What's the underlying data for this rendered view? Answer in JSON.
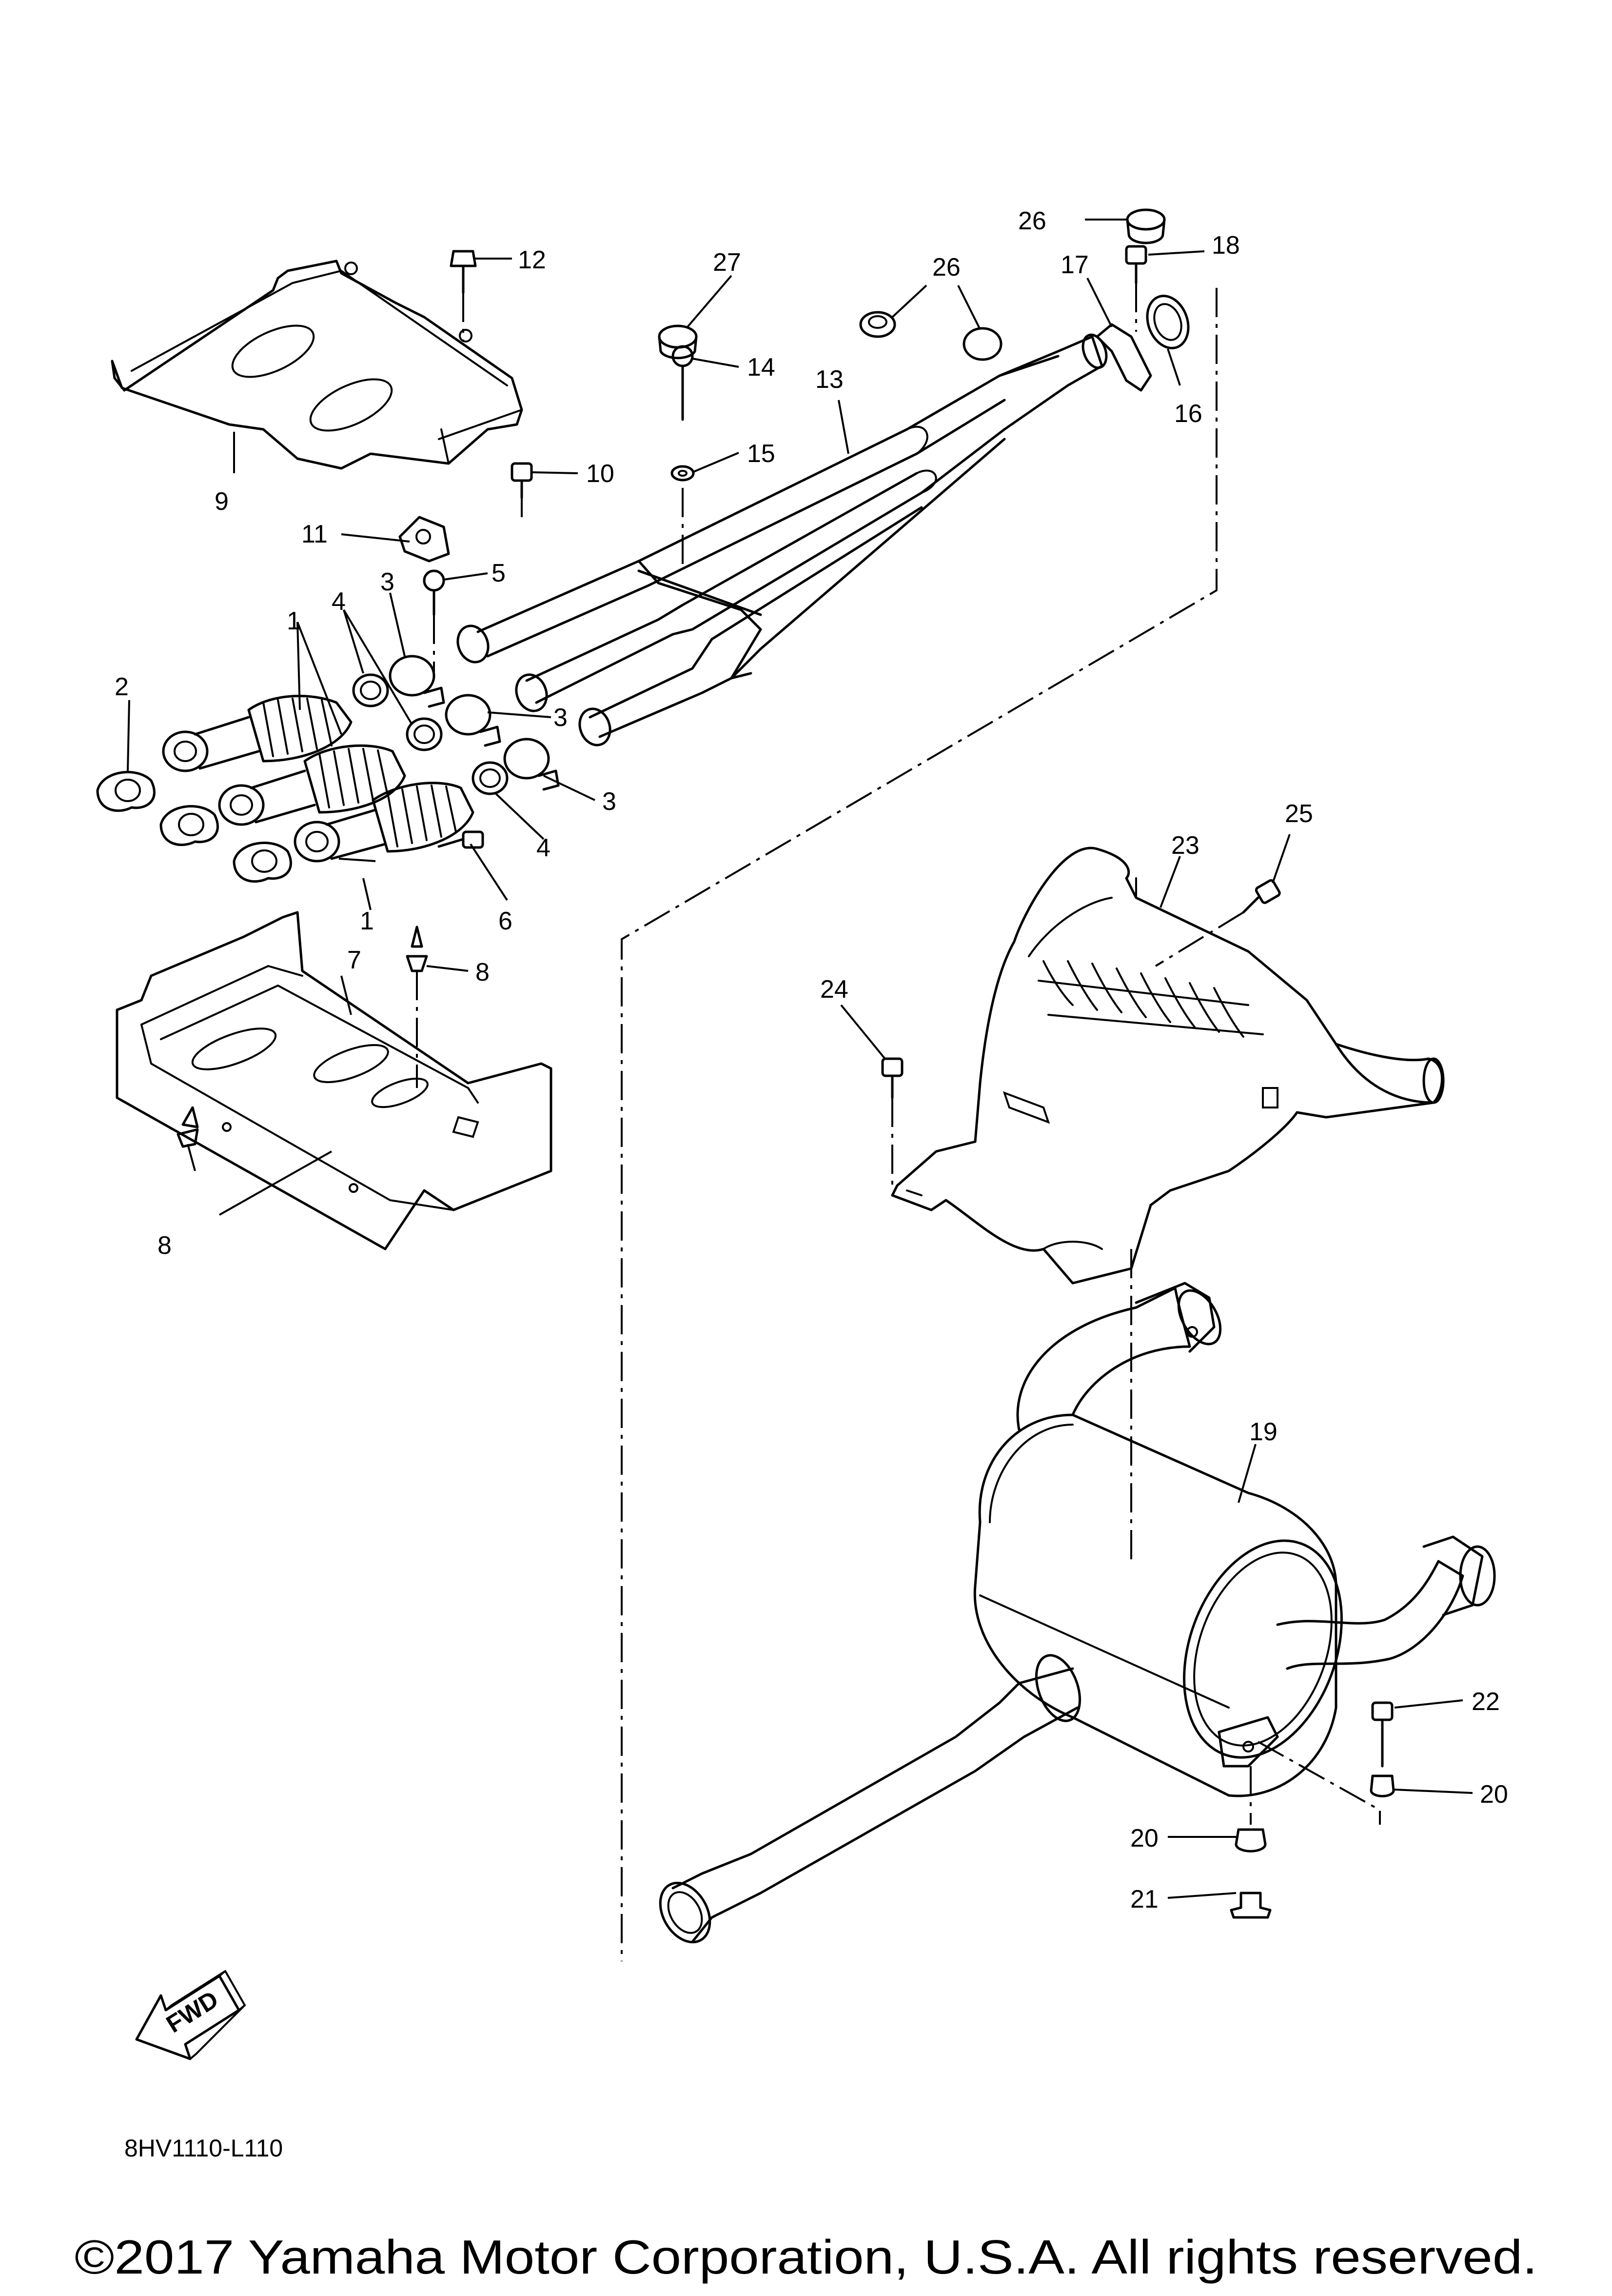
{
  "diagram": {
    "drawing_code": "8HV1110-L110",
    "copyright": "©2017 Yamaha Motor Corporation, U.S.A. All rights reserved.",
    "fwd_label": "FWD",
    "callouts": [
      "1",
      "2",
      "3",
      "4",
      "5",
      "6",
      "7",
      "8",
      "9",
      "10",
      "11",
      "12",
      "13",
      "14",
      "15",
      "16",
      "17",
      "18",
      "19",
      "20",
      "21",
      "22",
      "23",
      "24",
      "25",
      "26",
      "27"
    ]
  }
}
